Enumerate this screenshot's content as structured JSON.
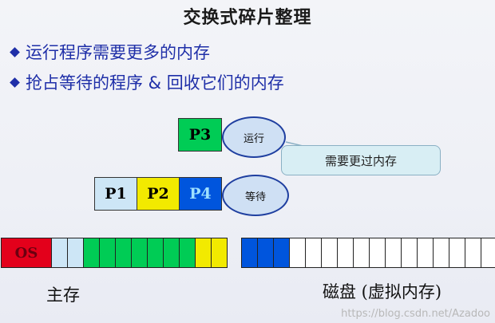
{
  "title": "交换式碎片整理",
  "bullets": [
    "运行程序需要更多的内存",
    "抢占等待的程序 & 回收它们的内存"
  ],
  "processes": {
    "p3": "P3",
    "p1": "P1",
    "p2": "P2",
    "p4": "P4"
  },
  "states": {
    "running": "运行",
    "waiting": "等待"
  },
  "callout": "需要更过内存",
  "memory": {
    "os_label": "OS",
    "main_label": "主存",
    "disk_label": "磁盘 (虚拟内存)"
  },
  "colors": {
    "os": "#e3001b",
    "light_blue": "#cde6f6",
    "green": "#00cc55",
    "yellow": "#f2ea00",
    "blue": "#0055dd",
    "empty": "#ffffff",
    "bullet_text": "#1f2fa8"
  },
  "watermark": "https://blog.csdn.net/Azadoo"
}
